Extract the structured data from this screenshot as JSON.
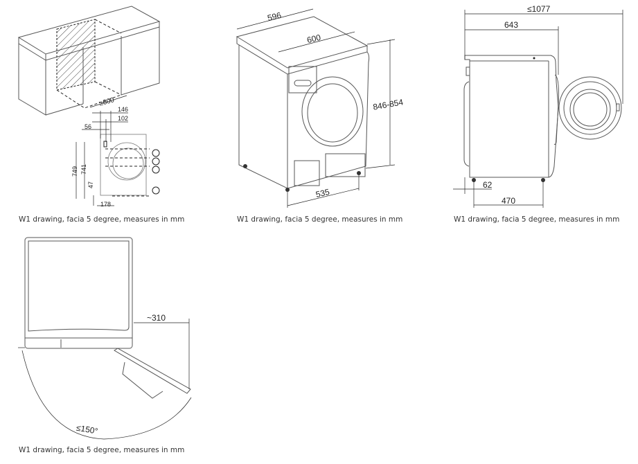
{
  "panels": [
    {
      "id": "installation-niche",
      "caption": "W1 drawing, facia 5 degree, measures in mm",
      "dimensions": {
        "niche_width": "≥600",
        "d146": "146",
        "d102": "102",
        "d56": "56",
        "h749": "749",
        "h741": "741",
        "h47": "47",
        "w178": "178"
      }
    },
    {
      "id": "front-perspective",
      "caption": "W1 drawing, facia 5 degree, measures in mm",
      "dimensions": {
        "width": "596",
        "depth_top": "600",
        "height": "846-854",
        "foot_span": "535"
      }
    },
    {
      "id": "side-view",
      "caption": "W1 drawing, facia 5 degree, measures in mm",
      "dimensions": {
        "total_depth_door_open": "≤1077",
        "depth": "643",
        "rear_offset": "62",
        "foot_depth": "470"
      }
    },
    {
      "id": "top-view-door-swing",
      "caption": "W1 drawing, facia 5 degree, measures in mm",
      "dimensions": {
        "door_projection": "~310",
        "door_angle": "≤150°"
      }
    }
  ]
}
